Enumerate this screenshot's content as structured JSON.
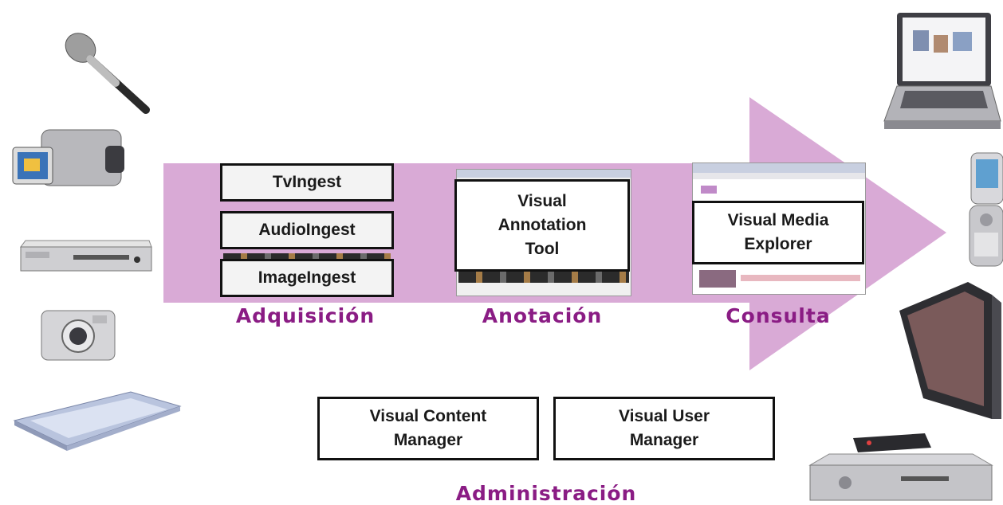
{
  "acquisition": {
    "stage_label": "Adquisición",
    "tools": [
      "TvIngest",
      "AudioIngest",
      "ImageIngest"
    ]
  },
  "annotation": {
    "stage_label": "Anotación",
    "tool": "Visual\nAnnotation\nTool"
  },
  "query": {
    "stage_label": "Consulta",
    "tool": "Visual Media\nExplorer"
  },
  "administration": {
    "stage_label": "Administración",
    "tools": [
      "Visual Content\nManager",
      "Visual User\nManager"
    ]
  },
  "colors": {
    "arrow": "#d9aad6",
    "stage_label": "#8a1c84",
    "box_border": "#111111"
  },
  "input_devices": [
    "microphone-icon",
    "camcorder-icon",
    "dvd-player-icon",
    "digital-camera-icon",
    "flatbed-scanner-icon"
  ],
  "output_devices": [
    "laptop-icon",
    "mobile-phone-icon",
    "flat-screen-tv-icon",
    "set-top-box-icon"
  ]
}
